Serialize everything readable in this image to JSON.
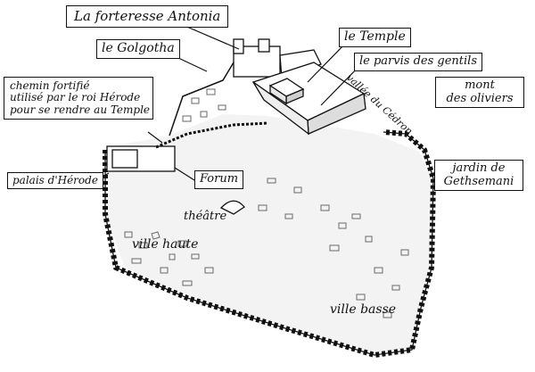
{
  "labels": {
    "antonia": "La forteresse Antonia",
    "golgotha": "le Golgotha",
    "temple": "le Temple",
    "parvis": "le parvis des gentils",
    "chemin": [
      "chemin fortifié",
      "utilisé par le roi Hérode",
      "pour se rendre au Temple"
    ],
    "palais": "palais d'Hérode",
    "forum": "Forum",
    "theatre": "théâtre",
    "ville_haute": "ville haute",
    "ville_basse": "ville basse",
    "mont": [
      "mont",
      "des oliviers"
    ],
    "jardin": [
      "jardin de",
      "Gethsemani"
    ],
    "vallee": "vallée du Cédron"
  },
  "colors": {
    "ink": "#111111",
    "paper": "#ffffff",
    "hatch": "#6a6a6a"
  }
}
